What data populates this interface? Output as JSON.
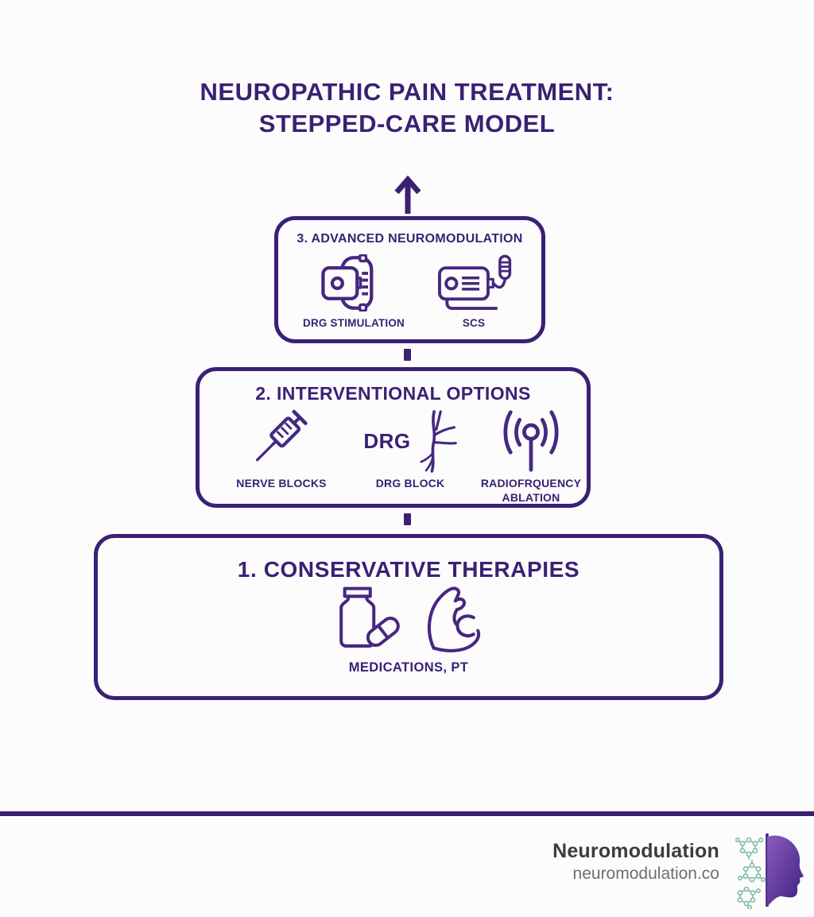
{
  "colors": {
    "purple": "#3a2173",
    "icon_purple": "#46287f",
    "footer_brand_text": "#3c3c3c",
    "footer_site_text": "#6f6f6f",
    "molecule_green": "#7fbc9e",
    "background": "#fcfcfd"
  },
  "title": {
    "line1": "NEUROPATHIC PAIN TREATMENT:",
    "line2": "STEPPED-CARE MODEL"
  },
  "flow": {
    "top_icon": "arrow-up-icon",
    "connector_icon": "dashed-connector"
  },
  "steps": {
    "advanced": {
      "heading": "3. ADVANCED NEUROMODULATION",
      "items": [
        {
          "label": "DRG STIMULATION",
          "icon": "drg-stimulator-icon"
        },
        {
          "label": "SCS",
          "icon": "scs-device-icon"
        }
      ]
    },
    "interventional": {
      "heading": "2. INTERVENTIONAL OPTIONS",
      "items": [
        {
          "label": "NERVE BLOCKS",
          "icon": "syringe-icon"
        },
        {
          "label": "DRG BLOCK",
          "icon": "nerve-branch-icon",
          "icon_text": "DRG"
        },
        {
          "label": "RADIOFRQUENCY ABLATION",
          "icon": "rf-antenna-icon"
        }
      ]
    },
    "conservative": {
      "heading": "1. CONSERVATIVE THERAPIES",
      "items": [
        {
          "label": "MEDICATIONS, PT",
          "icons": [
            "pill-bottle-capsule-icon",
            "muscle-arm-icon"
          ]
        }
      ]
    }
  },
  "footer": {
    "brand": "Neuromodulation",
    "website": "neuromodulation.co",
    "logo": "head-molecule-logo"
  }
}
